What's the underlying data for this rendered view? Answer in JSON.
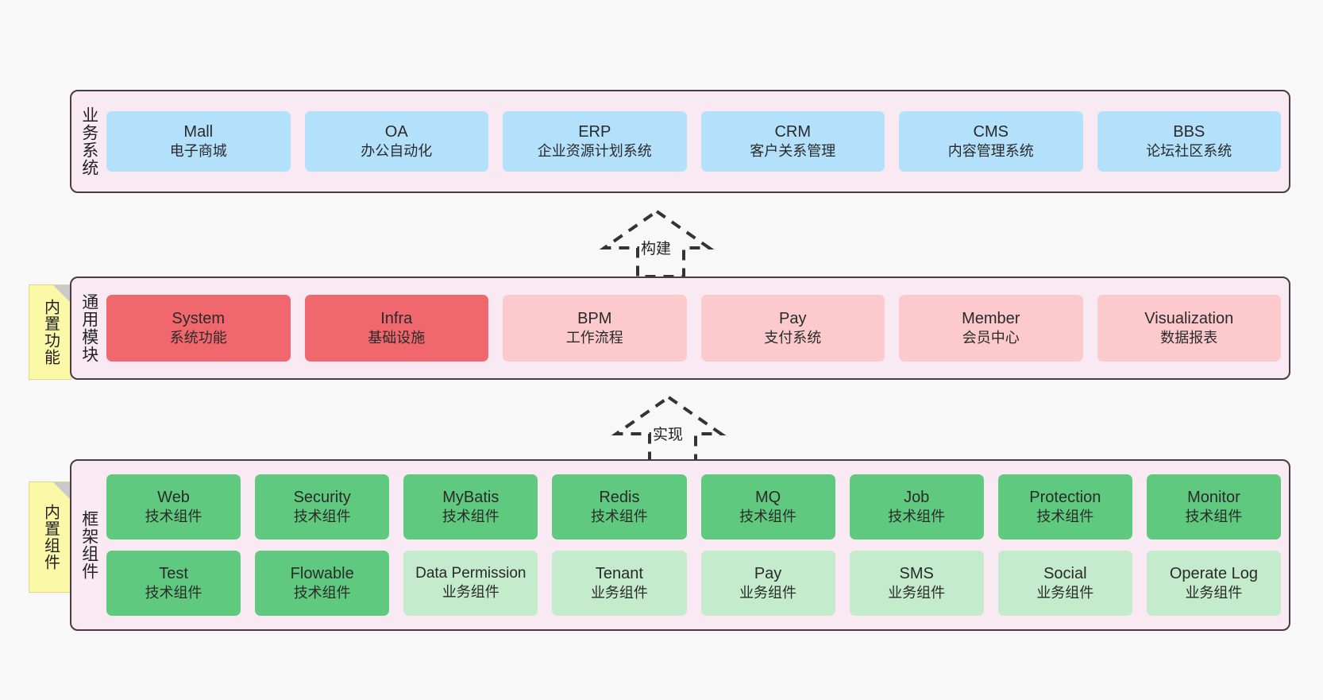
{
  "page": {
    "background": "#f8f8f8",
    "container_fill": "#f9e9f2",
    "container_border": "#4a3b45"
  },
  "sections": [
    {
      "id": "business-systems",
      "title": "业务系统",
      "rows": [
        {
          "cells": [
            {
              "name": "Mall",
              "sub": "电子商城",
              "color": "#b3e0fb"
            },
            {
              "name": "OA",
              "sub": "办公自动化",
              "color": "#b3e0fb"
            },
            {
              "name": "ERP",
              "sub": "企业资源计划系统",
              "color": "#b3e0fb"
            },
            {
              "name": "CRM",
              "sub": "客户关系管理",
              "color": "#b3e0fb"
            },
            {
              "name": "CMS",
              "sub": "内容管理系统",
              "color": "#b3e0fb"
            },
            {
              "name": "BBS",
              "sub": "论坛社区系统",
              "color": "#b3e0fb"
            }
          ]
        }
      ]
    },
    {
      "id": "general-modules",
      "title": "通用模块",
      "note": "内置功能",
      "rows": [
        {
          "cells": [
            {
              "name": "System",
              "sub": "系统功能",
              "color": "#f1676e"
            },
            {
              "name": "Infra",
              "sub": "基础设施",
              "color": "#f1676e"
            },
            {
              "name": "BPM",
              "sub": "工作流程",
              "color": "#fcc9cd"
            },
            {
              "name": "Pay",
              "sub": "支付系统",
              "color": "#fcc9cd"
            },
            {
              "name": "Member",
              "sub": "会员中心",
              "color": "#fcc9cd"
            },
            {
              "name": "Visualization",
              "sub": "数据报表",
              "color": "#fcc9cd"
            }
          ]
        }
      ]
    },
    {
      "id": "framework-components",
      "title": "框架组件",
      "note": "内置组件",
      "rows": [
        {
          "cells": [
            {
              "name": "Web",
              "sub": "技术组件",
              "color": "#5fca7f"
            },
            {
              "name": "Security",
              "sub": "技术组件",
              "color": "#5fca7f"
            },
            {
              "name": "MyBatis",
              "sub": "技术组件",
              "color": "#5fca7f"
            },
            {
              "name": "Redis",
              "sub": "技术组件",
              "color": "#5fca7f"
            },
            {
              "name": "MQ",
              "sub": "技术组件",
              "color": "#5fca7f"
            },
            {
              "name": "Job",
              "sub": "技术组件",
              "color": "#5fca7f"
            },
            {
              "name": "Protection",
              "sub": "技术组件",
              "color": "#5fca7f"
            },
            {
              "name": "Monitor",
              "sub": "技术组件",
              "color": "#5fca7f"
            }
          ]
        },
        {
          "cells": [
            {
              "name": "Test",
              "sub": "技术组件",
              "color": "#5fca7f"
            },
            {
              "name": "Flowable",
              "sub": "技术组件",
              "color": "#5fca7f"
            },
            {
              "name": "Data Permission",
              "sub": "业务组件",
              "color": "#c3ebcc"
            },
            {
              "name": "Tenant",
              "sub": "业务组件",
              "color": "#c3ebcc"
            },
            {
              "name": "Pay",
              "sub": "业务组件",
              "color": "#c3ebcc"
            },
            {
              "name": "SMS",
              "sub": "业务组件",
              "color": "#c3ebcc"
            },
            {
              "name": "Social",
              "sub": "业务组件",
              "color": "#c3ebcc"
            },
            {
              "name": "Operate Log",
              "sub": "业务组件",
              "color": "#c3ebcc"
            }
          ]
        }
      ]
    }
  ],
  "arrows": [
    {
      "id": "arrow-build",
      "label": "构建"
    },
    {
      "id": "arrow-implement",
      "label": "实现"
    }
  ]
}
